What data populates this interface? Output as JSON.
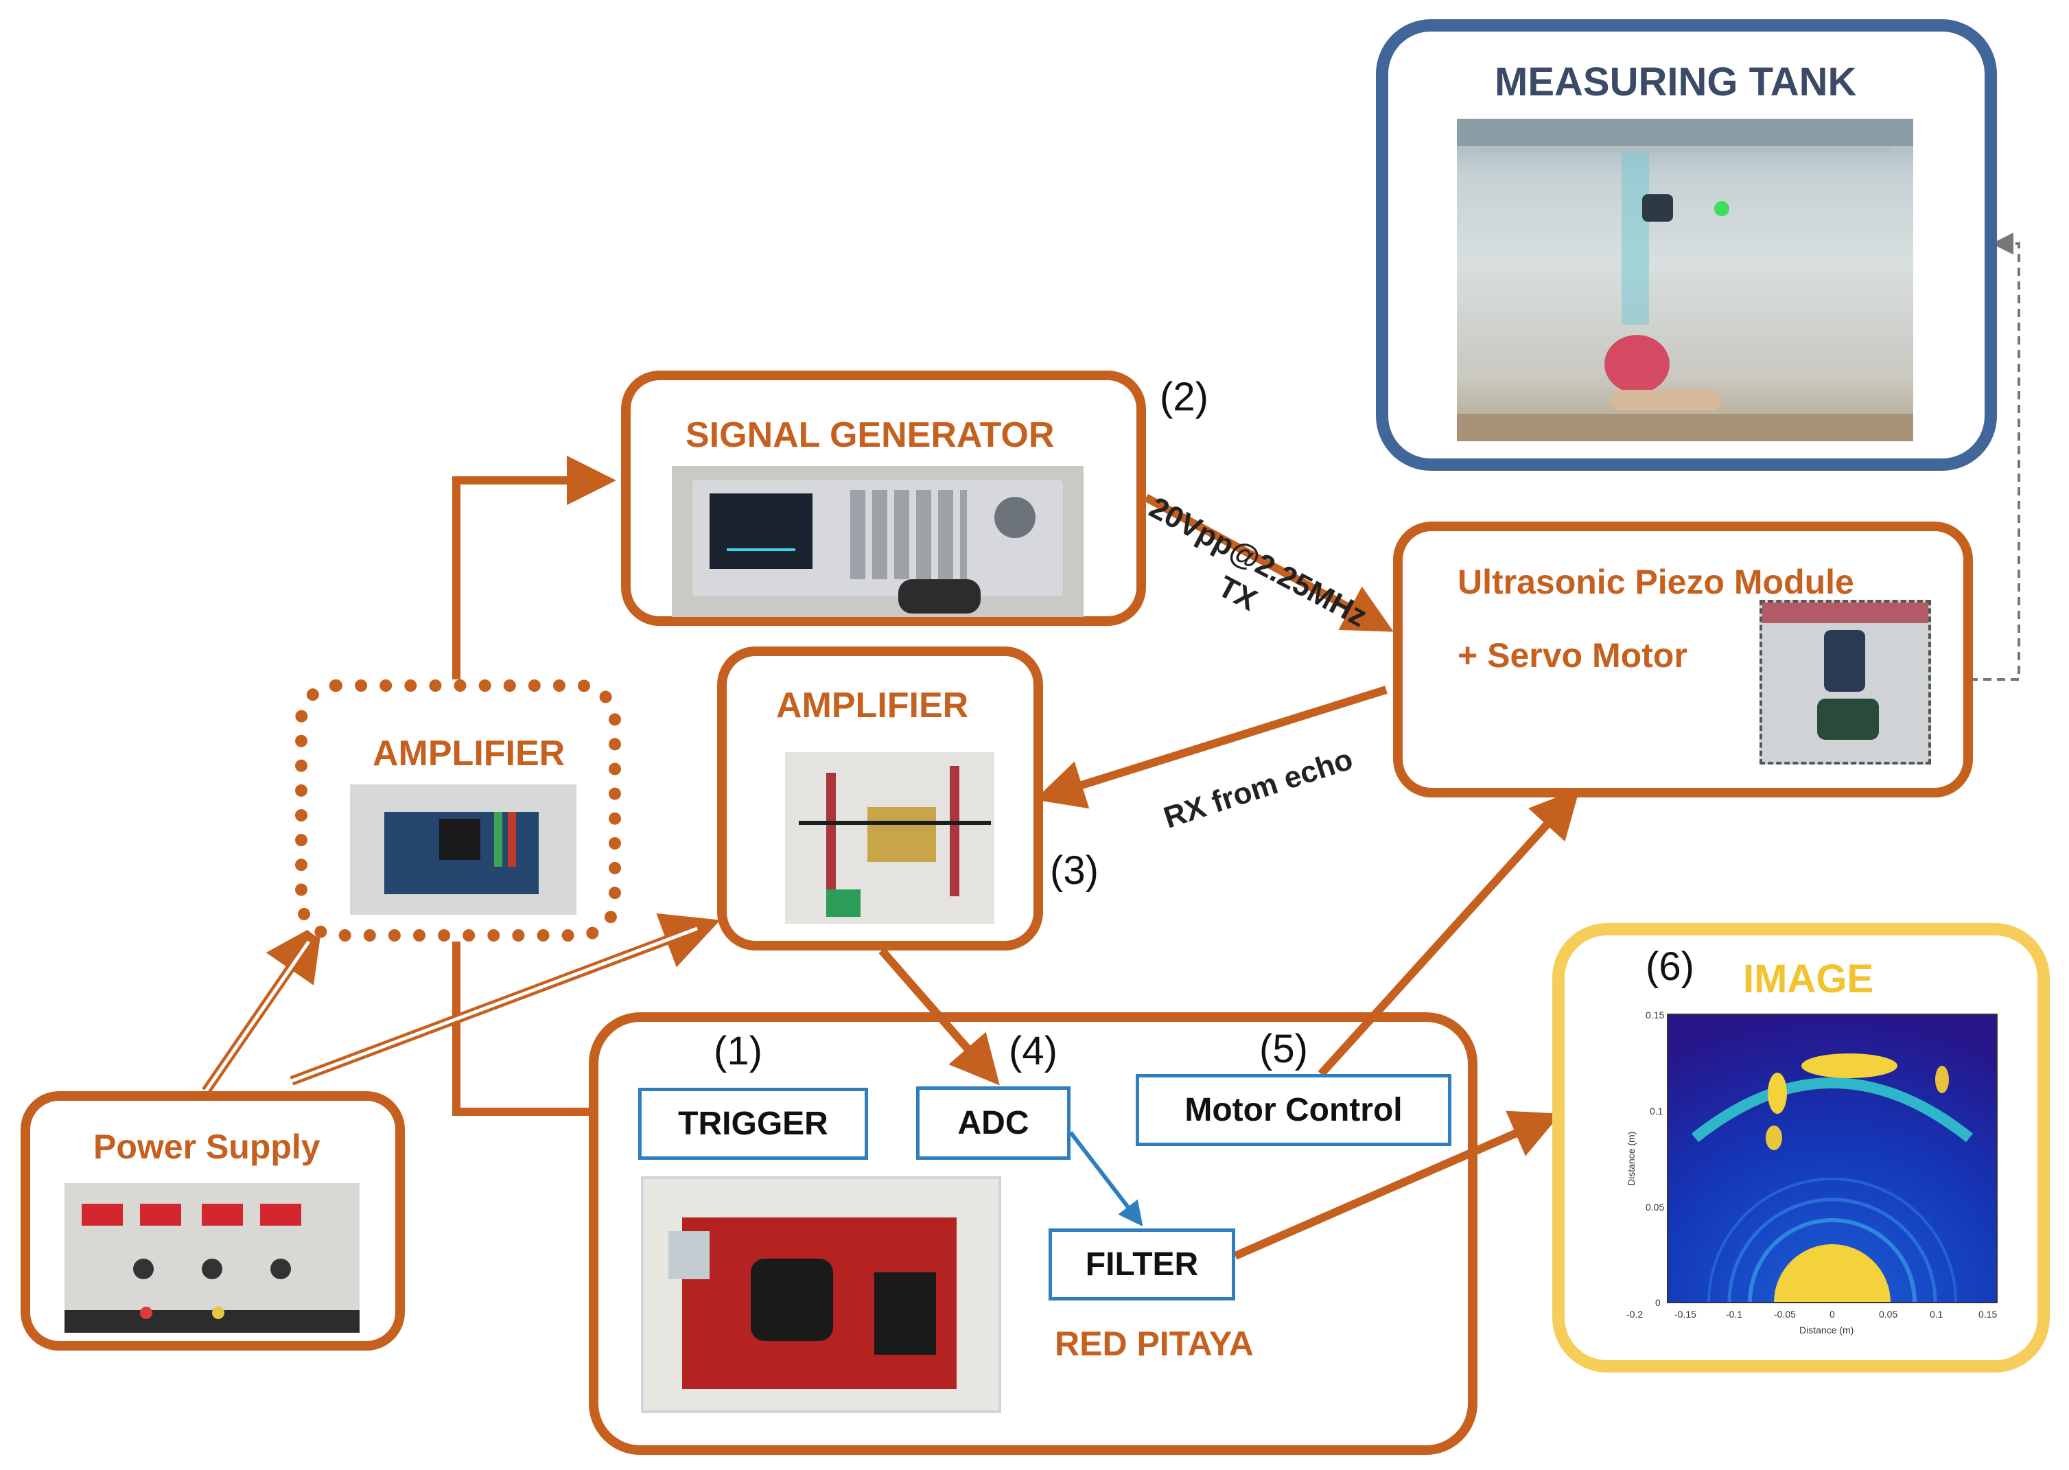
{
  "nodes": {
    "measuring_tank": "MEASURING TANK",
    "signal_generator": "SIGNAL GENERATOR",
    "piezo_line1": "Ultrasonic Piezo Module",
    "piezo_line2": "+ Servo Motor",
    "amplifier_rx": "AMPLIFIER",
    "amplifier_tx": "AMPLIFIER",
    "power_supply": "Power Supply",
    "trigger": "TRIGGER",
    "adc": "ADC",
    "motor_control": "Motor Control",
    "filter": "FILTER",
    "red_pitaya": "RED PITAYA",
    "image": "IMAGE"
  },
  "numbers": {
    "n1": "(1)",
    "n2": "(2)",
    "n3": "(3)",
    "n4": "(4)",
    "n5": "(5)",
    "n6": "(6)"
  },
  "edges": {
    "tx_signal": "20Vpp@2.25MHz",
    "tx": "TX",
    "rx": "RX from echo"
  },
  "plot": {
    "ylabel": "Distance (m)",
    "xlabel": "Distance (m)",
    "yticks": [
      "0.15",
      "0.1",
      "0.05",
      "0"
    ],
    "xticks": [
      "-0.2",
      "-0.15",
      "-0.1",
      "-0.05",
      "0",
      "0.05",
      "0.1",
      "0.15"
    ]
  },
  "colors": {
    "orange": "#c5601f",
    "tank_blue": "#41679a",
    "image_yellow": "#f6cd58",
    "block_blue": "#2f7fbf"
  }
}
